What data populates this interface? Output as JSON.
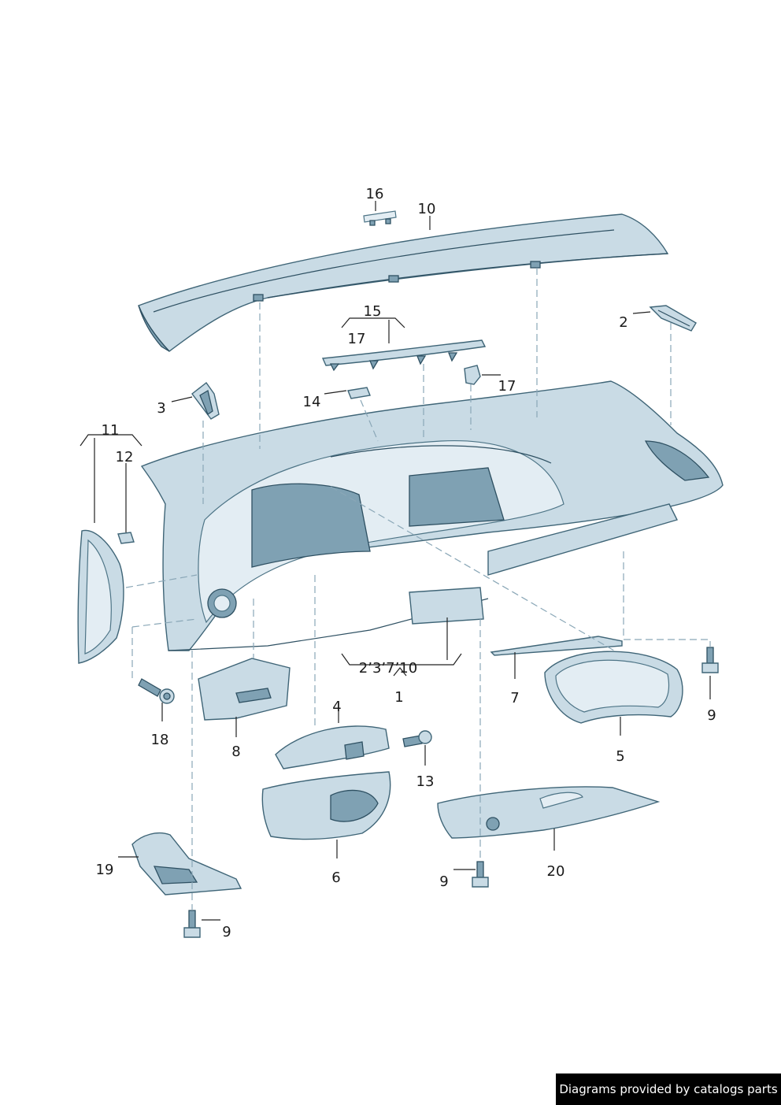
{
  "callouts": {
    "c16": "16",
    "c10": "10",
    "c15": "15",
    "c17a": "17",
    "c2": "2",
    "c17b": "17",
    "c3": "3",
    "c14": "14",
    "c11": "11",
    "c12": "12",
    "c1_group": "2’3’7’10",
    "c1": "1",
    "c18": "18",
    "c8": "8",
    "c4": "4",
    "c13": "13",
    "c7": "7",
    "c9a": "9",
    "c5": "5",
    "c6": "6",
    "c20": "20",
    "c9b": "9",
    "c19": "19",
    "c9c": "9"
  },
  "credit": "Diagrams provided by catalogs parts",
  "colors": {
    "part_fill": "#c9dbe5",
    "part_outline": "#3f6577",
    "part_shadow": "#7fa1b3"
  }
}
